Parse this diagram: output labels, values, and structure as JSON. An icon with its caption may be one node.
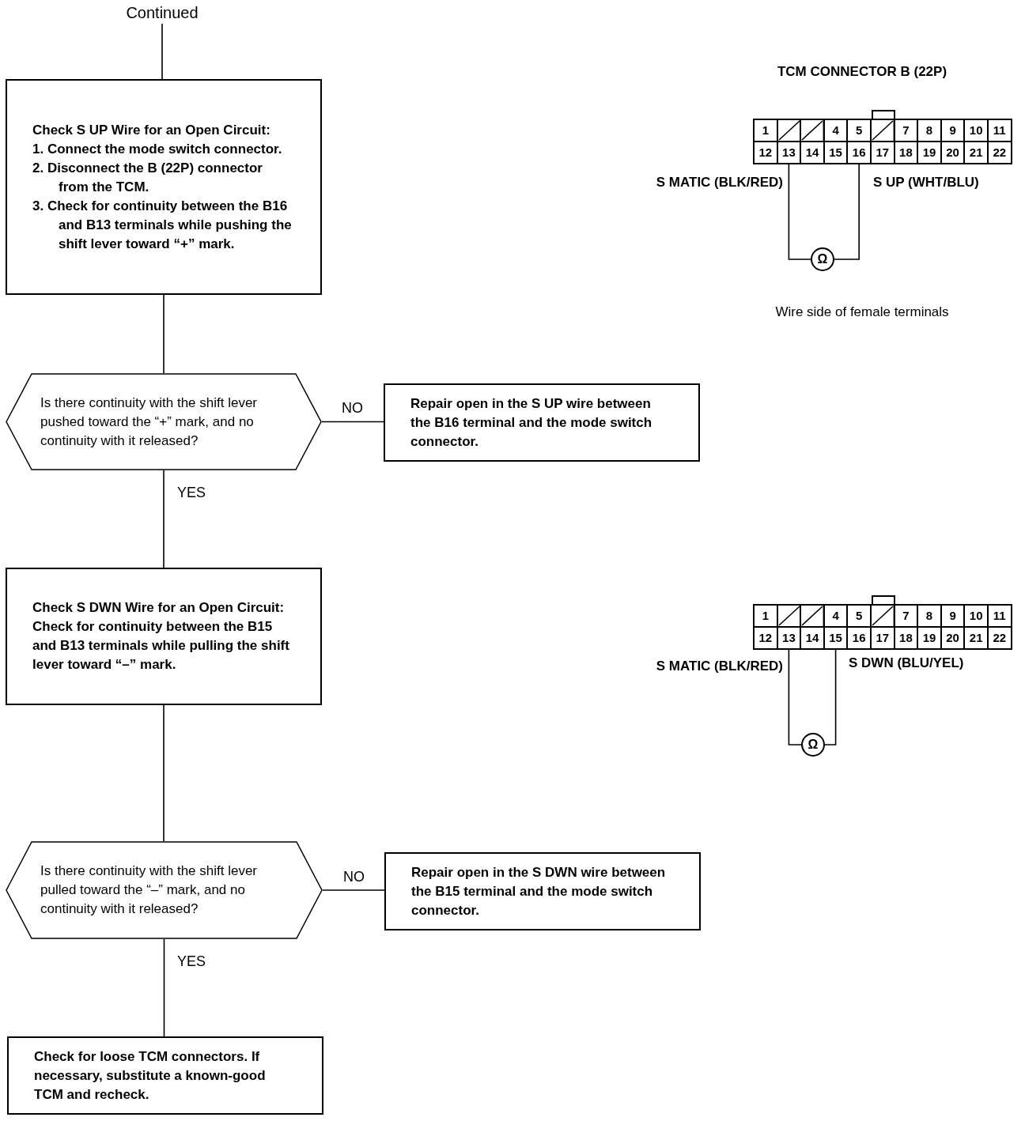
{
  "diagram": {
    "nodes": [
      {
        "text": [
          "Continued"
        ]
      },
      {
        "text": [
          "Check S UP Wire for an Open Circuit:",
          "1. Connect the mode switch connector.",
          "2. Disconnect the B (22P) connector from the TCM.",
          "3. Check for continuity between the B16 and B13 terminals while pushing the shift lever toward “+” mark."
        ]
      },
      {
        "text": [
          "Is there continuity with the shift lever pushed toward the “+” mark, and no continuity with it released?"
        ]
      },
      {
        "text": [
          "Repair open in the S UP wire between the B16 terminal and the mode switch connector."
        ]
      },
      {
        "text": [
          "Check S DWN Wire for an Open Circuit:",
          "Check for continuity between the B15 and B13 terminals while pulling the shift lever toward “–” mark."
        ]
      },
      {
        "text": [
          "Is there continuity with the shift lever pulled toward the “–” mark, and no continuity with it released?"
        ]
      },
      {
        "text": [
          "Repair open in the S DWN wire between the B15 terminal and the mode switch connector."
        ]
      },
      {
        "text": [
          "Check for loose TCM connectors. If necessary, substitute a known-good TCM and recheck."
        ]
      },
      {
        "text": [
          "Ω"
        ]
      },
      {
        "text": [
          "Ω"
        ]
      },
      {
        "text": [
          "13"
        ]
      },
      {
        "text": [
          "16"
        ]
      },
      {
        "text": [
          "13"
        ]
      },
      {
        "text": [
          "15"
        ]
      }
    ],
    "edges": [
      {
        "from": 0,
        "to": 1,
        "arrow": "none"
      },
      {
        "from": 1,
        "to": 2,
        "arrow": "none"
      },
      {
        "from": 2,
        "to": 3,
        "label": "NO",
        "arrow": "none"
      },
      {
        "from": 2,
        "to": 4,
        "label": "YES",
        "arrow": "none"
      },
      {
        "from": 4,
        "to": 5,
        "arrow": "none"
      },
      {
        "from": 5,
        "to": 6,
        "label": "NO",
        "arrow": "none"
      },
      {
        "from": 5,
        "to": 7,
        "label": "YES",
        "arrow": "none"
      },
      {
        "from": 10,
        "to": 8,
        "arrow": "none"
      },
      {
        "from": 11,
        "to": 8,
        "arrow": "none"
      },
      {
        "from": 12,
        "to": 9,
        "arrow": "none"
      },
      {
        "from": 13,
        "to": 9,
        "arrow": "none"
      }
    ],
    "labels": [
      "TCM CONNECTOR B (22P)",
      "1",
      "4",
      "5",
      "7",
      "8",
      "9",
      "10",
      "11",
      "12",
      "14",
      "15",
      "17",
      "18",
      "19",
      "20",
      "21",
      "22",
      "S MATIC (BLK/RED)",
      "S UP (WHT/BLU)",
      "Wire side of female terminals",
      "1",
      "4",
      "5",
      "7",
      "8",
      "9",
      "10",
      "11",
      "12",
      "14",
      "16",
      "17",
      "18",
      "19",
      "20",
      "21",
      "22",
      "S MATIC (BLK/RED)",
      "S DWN (BLU/YEL)"
    ]
  }
}
